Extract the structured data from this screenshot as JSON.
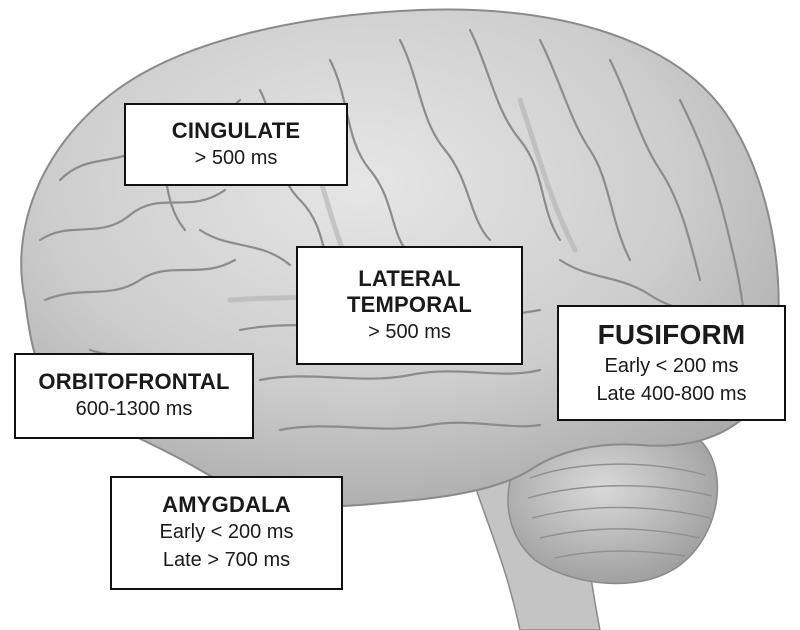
{
  "regions": {
    "cingulate": {
      "name": "CINGULATE",
      "lines": [
        "> 500 ms"
      ]
    },
    "lateral_temporal": {
      "name_lines": [
        "LATERAL",
        "TEMPORAL"
      ],
      "lines": [
        "> 500 ms"
      ]
    },
    "orbitofrontal": {
      "name": "ORBITOFRONTAL",
      "lines": [
        "600-1300 ms"
      ]
    },
    "fusiform": {
      "name": "FUSIFORM",
      "lines": [
        "Early < 200 ms",
        "Late 400-800 ms"
      ]
    },
    "amygdala": {
      "name": "AMYGDALA",
      "lines": [
        "Early < 200 ms",
        "Late > 700 ms"
      ]
    }
  },
  "colors": {
    "brain_fill": "#cfcfcf",
    "brain_shadow": "#8a8a8a",
    "box_border": "#111111",
    "box_fill": "#ffffff"
  },
  "image": {
    "subject": "brain-lateral-view"
  }
}
